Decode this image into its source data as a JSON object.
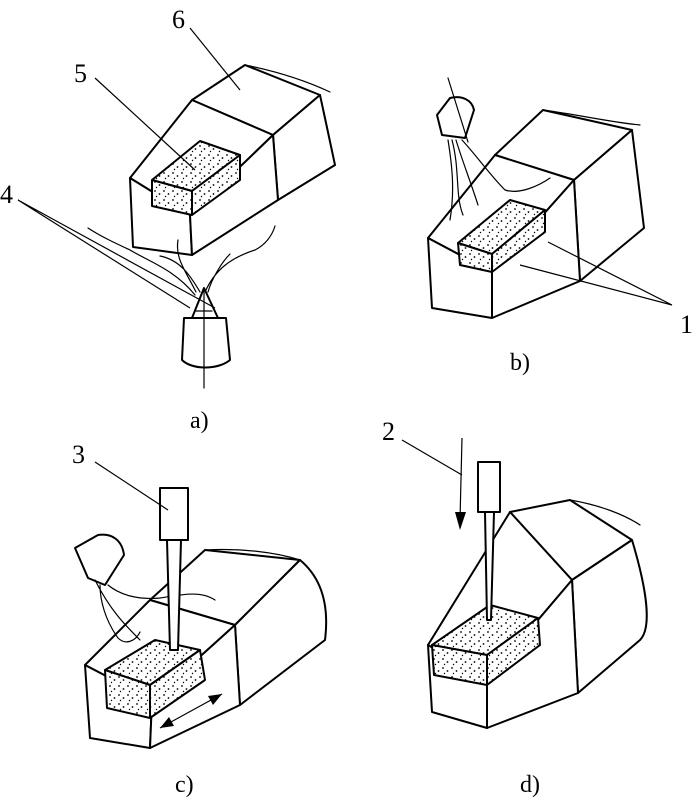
{
  "figure": {
    "panels": [
      {
        "caption": "a)"
      },
      {
        "caption": "b)"
      },
      {
        "caption": "c)"
      },
      {
        "caption": "d)"
      }
    ],
    "callouts": [
      "1",
      "2",
      "3",
      "4",
      "5",
      "6"
    ]
  }
}
